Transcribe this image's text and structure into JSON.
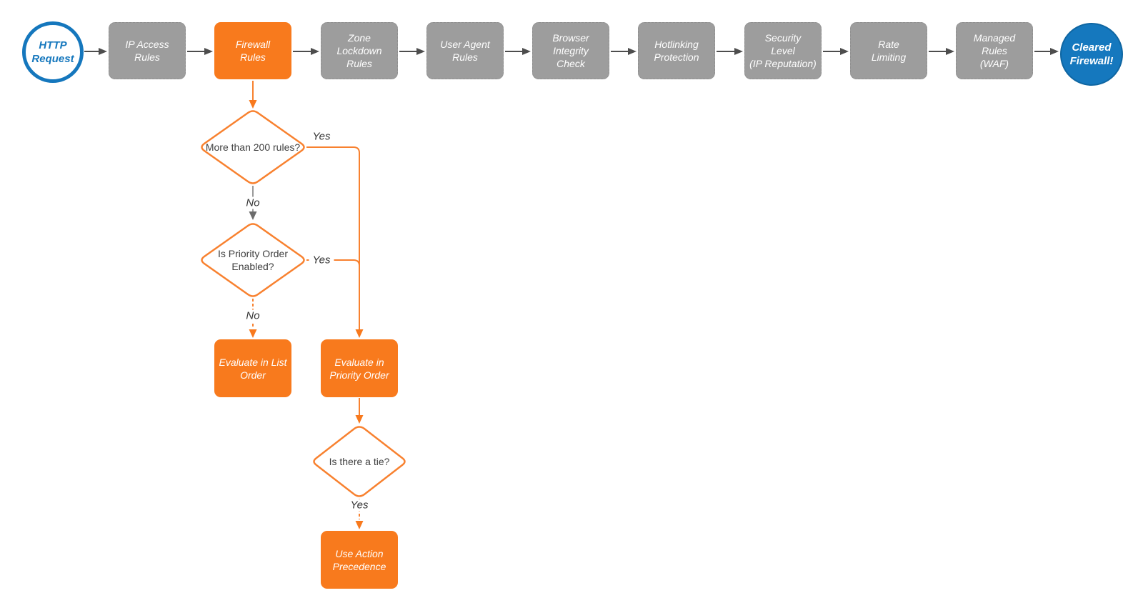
{
  "pipeline": {
    "start_label": "HTTP\nRequest",
    "stages": [
      "IP Access\nRules",
      "Firewall\nRules",
      "Zone\nLockdown\nRules",
      "User Agent\nRules",
      "Browser\nIntegrity\nCheck",
      "Hotlinking\nProtection",
      "Security\nLevel\n(IP Reputation)",
      "Rate\nLimiting",
      "Managed\nRules\n(WAF)"
    ],
    "end_label": "Cleared\nFirewall!"
  },
  "decisions": {
    "more_than_200_rules": "More than\n200 rules?",
    "priority_order_enabled": "Is\nPriority Order\nEnabled?",
    "is_there_a_tie": "Is there a tie?"
  },
  "actions": {
    "evaluate_list_order": "Evaluate\nin\nList Order",
    "evaluate_priority_order": "Evaluate\nin\nPriority Order",
    "use_action_precedence": "Use\nAction\nPrecedence"
  },
  "edge_labels": {
    "d1_yes": "Yes",
    "d1_no": "No",
    "d2_yes": "Yes",
    "d2_no": "No",
    "d3_yes": "Yes"
  },
  "colors": {
    "orange_fill": "#f87a1d",
    "orange_stroke": "#f8812f",
    "gray_fill": "#9d9d9d",
    "blue": "#1577bd",
    "dark_arrow": "#4d4d4d",
    "gray_arrow": "#8c8c8c",
    "diamond_text": "#404040"
  }
}
